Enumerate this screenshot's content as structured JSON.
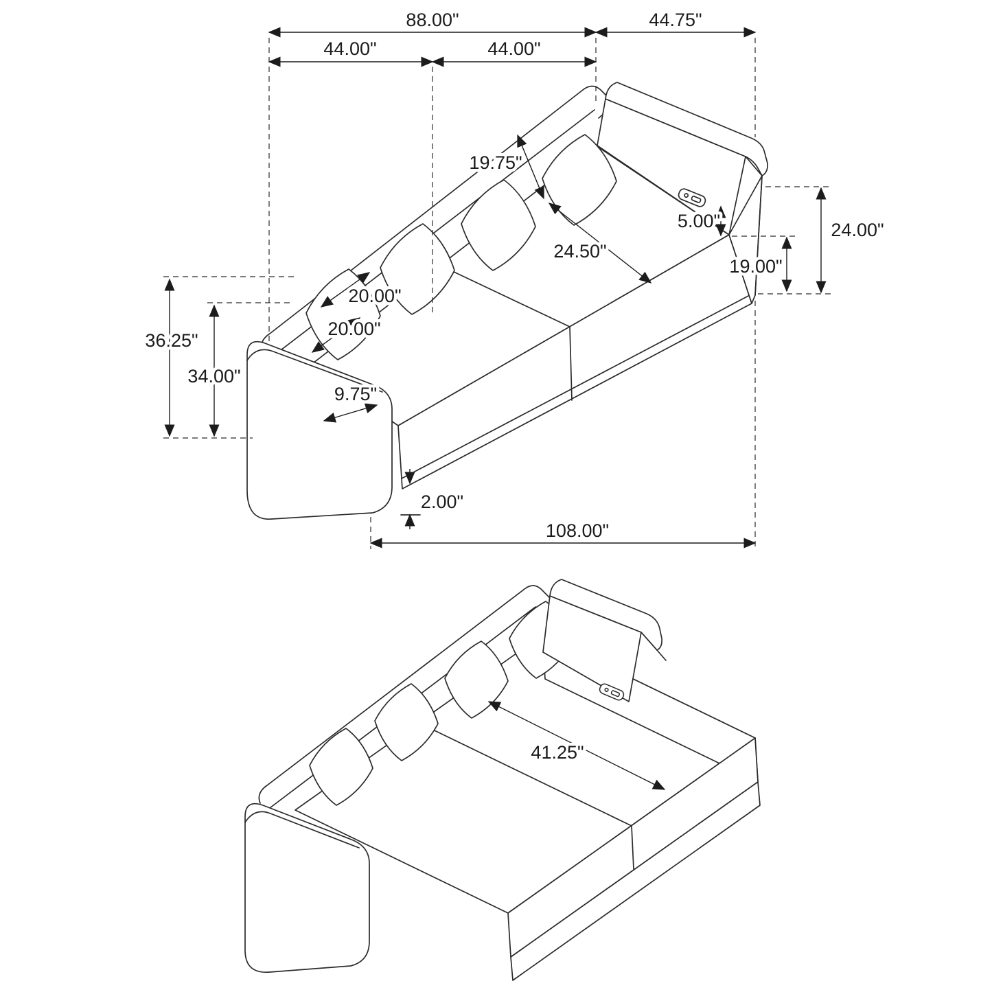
{
  "diagram": {
    "title": "sleeper-sofa-dimension-drawing",
    "views": {
      "sofa": {
        "dimensions": {
          "back_width_total": "88.00\"",
          "right_section_width": "44.75\"",
          "back_left_half": "44.00\"",
          "back_right_half": "44.00\"",
          "back_cushion": "19.75\"",
          "arm_above_seat": "5.00\"",
          "right_arm_height": "24.00\"",
          "seat_height": "19.00\"",
          "seat_depth": "24.50\"",
          "pillow_width": "20.00\"",
          "pillow_height": "20.00\"",
          "overall_height": "36.25\"",
          "back_height": "34.00\"",
          "arm_width": "9.75\"",
          "leg_height": "2.00\"",
          "overall_length": "108.00\""
        }
      },
      "sleeper": {
        "dimensions": {
          "sleep_surface_depth": "41.25\""
        }
      }
    },
    "colors": {
      "line": "#2b2b2b",
      "dimension": "#1c1c1c",
      "background": "#ffffff"
    }
  }
}
